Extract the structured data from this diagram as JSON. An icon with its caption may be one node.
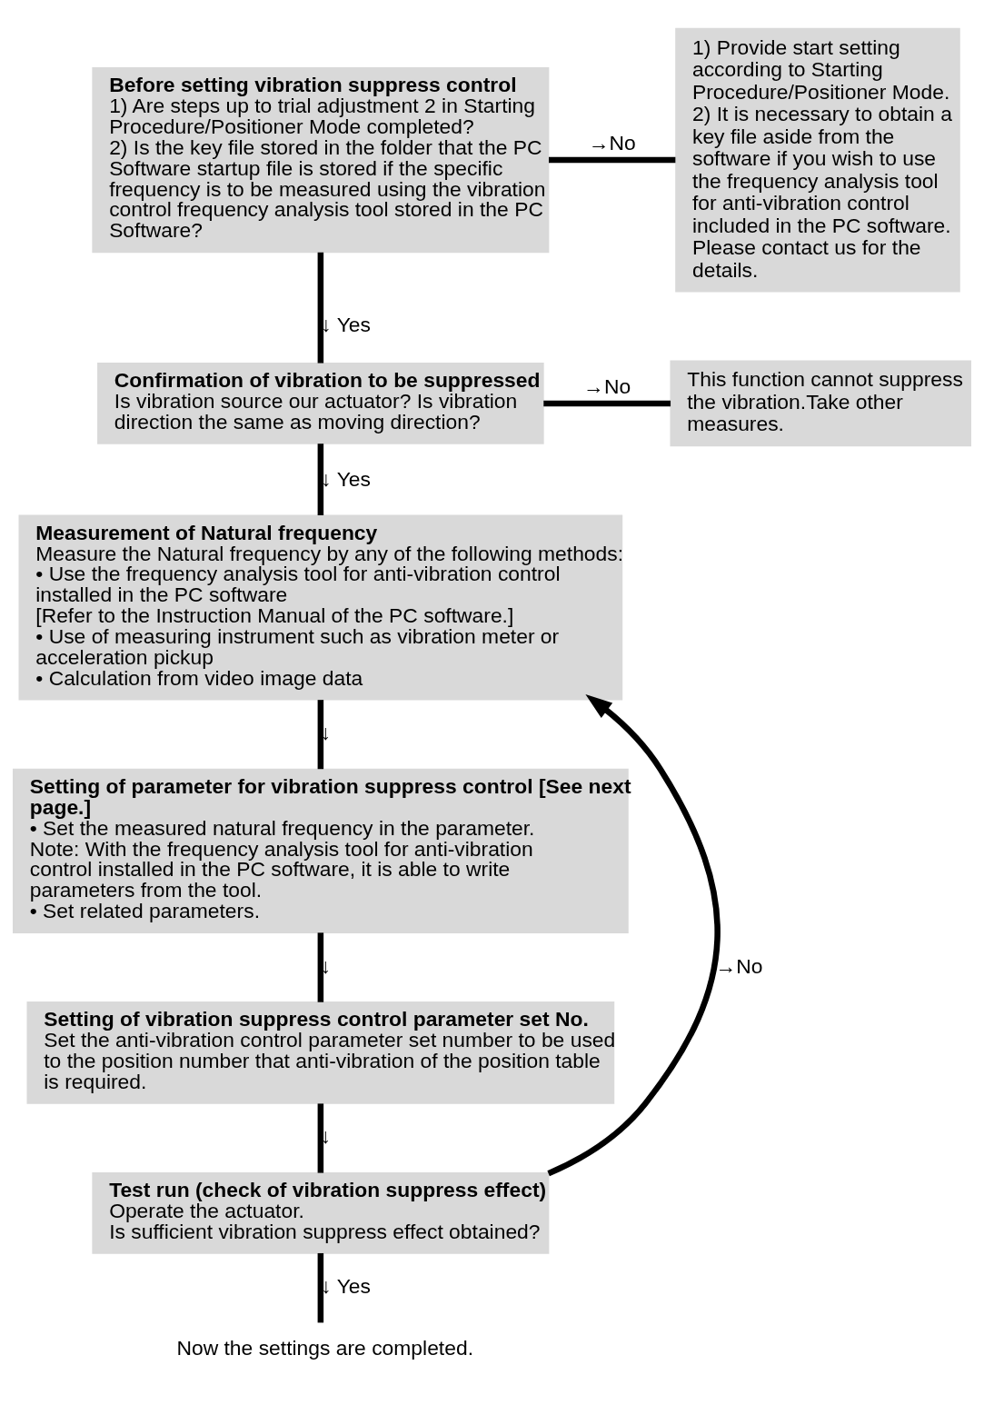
{
  "diagram": {
    "nodes": [
      {
        "text": [
          "Before setting vibration suppress control",
          "1) Are steps up to trial adjustment 2 in Starting Procedure/Positioner Mode completed?",
          "2) Is the key file stored in the folder that the PC Software startup file is stored if the specific frequency is to be measured using the vibration control frequency analysis tool stored in the PC Software?"
        ]
      },
      {
        "text": [
          "1) Provide start setting according to Starting Procedure/Positioner Mode.",
          "2) It is necessary to obtain a key file aside from the software if you wish to use the frequency analysis tool for anti-vibration control included in the PC software. Please contact us for the details."
        ]
      },
      {
        "text": [
          "Confirmation of vibration to be suppressed",
          "Is vibration source our actuator? Is vibration direction the same as moving direction?"
        ]
      },
      {
        "text": [
          "This function cannot suppress the vibration.Take other measures."
        ]
      },
      {
        "text": [
          "Measurement of Natural frequency",
          "Measure the Natural frequency by any of the following methods:",
          "• Use the frequency analysis tool for anti-vibration control installed in the PC software",
          "[Refer to the Instruction Manual of the PC software.]",
          "• Use of measuring instrument such as vibration meter or acceleration pickup",
          "• Calculation from video image data"
        ]
      },
      {
        "text": [
          "Setting of parameter for vibration suppress control [See next page.]",
          "• Set the measured natural frequency in the parameter.",
          "Note: With the frequency analysis tool for anti-vibration control installed in the PC software, it is able to write parameters from the tool.",
          "• Set related parameters."
        ]
      },
      {
        "text": [
          "Setting of vibration suppress control parameter set No.",
          "Set the anti-vibration control parameter set number to be used to the position number that anti-vibration of the position table is required."
        ]
      },
      {
        "text": [
          "Test run (check of vibration suppress effect)",
          "Operate the actuator.",
          "Is sufficient vibration suppress effect obtained?"
        ]
      },
      {
        "text": [
          "Now the settings are completed."
        ]
      }
    ],
    "edges": [
      {
        "from": 0,
        "to": 1,
        "arrow": "none",
        "label": "→No"
      },
      {
        "from": 0,
        "to": 2,
        "arrow": "none",
        "label": "↓ Yes"
      },
      {
        "from": 2,
        "to": 3,
        "arrow": "none",
        "label": "→No"
      },
      {
        "from": 2,
        "to": 4,
        "arrow": "none",
        "label": "↓ Yes"
      },
      {
        "from": 4,
        "to": 5,
        "arrow": "none",
        "label": "↓"
      },
      {
        "from": 5,
        "to": 6,
        "arrow": "none",
        "label": "↓"
      },
      {
        "from": 6,
        "to": 7,
        "arrow": "none",
        "label": "↓"
      },
      {
        "from": 7,
        "to": 4,
        "arrow": "to",
        "label": "→No"
      },
      {
        "from": 7,
        "to": 8,
        "arrow": "none",
        "label": "↓ Yes"
      }
    ]
  }
}
